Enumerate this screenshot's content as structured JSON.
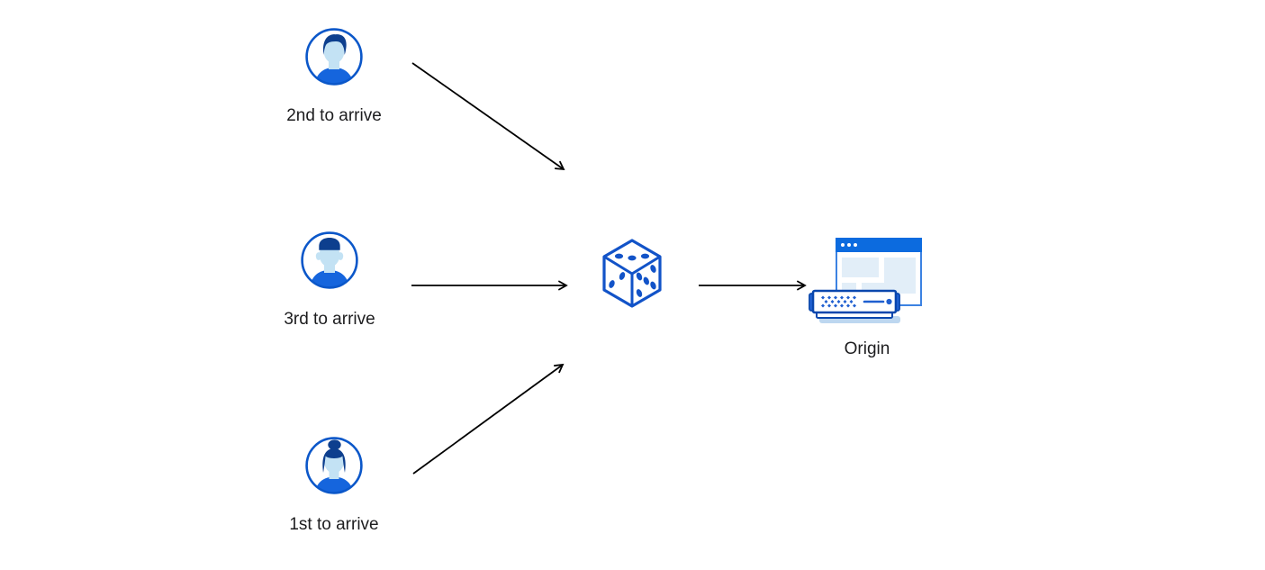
{
  "diagram": {
    "clients": [
      {
        "label": "2nd to arrive",
        "icon": "user-avatar-icon"
      },
      {
        "label": "3rd to arrive",
        "icon": "user-avatar-icon"
      },
      {
        "label": "1st to arrive",
        "icon": "user-avatar-icon"
      }
    ],
    "coalescer": {
      "icon": "dice-icon"
    },
    "origin": {
      "label": "Origin",
      "icon": "origin-server-icon"
    }
  },
  "colors": {
    "primary_blue": "#1253c8",
    "avatar_ring_blue": "#0b57c9",
    "shirt_blue": "#1565dd",
    "hair_navy": "#0d3f8e",
    "face_light_blue": "#c3e2f4",
    "browser_titlebar_blue": "#0c6bdf",
    "browser_border_blue": "#3c82e2",
    "panel_light_blue": "#e2eef8",
    "server_outline_navy": "#0a47ad",
    "server_accent_blue": "#1f5fd0",
    "shadow_light_blue": "#bdd7f0",
    "arrow_black": "#000000",
    "background": "#ffffff"
  }
}
